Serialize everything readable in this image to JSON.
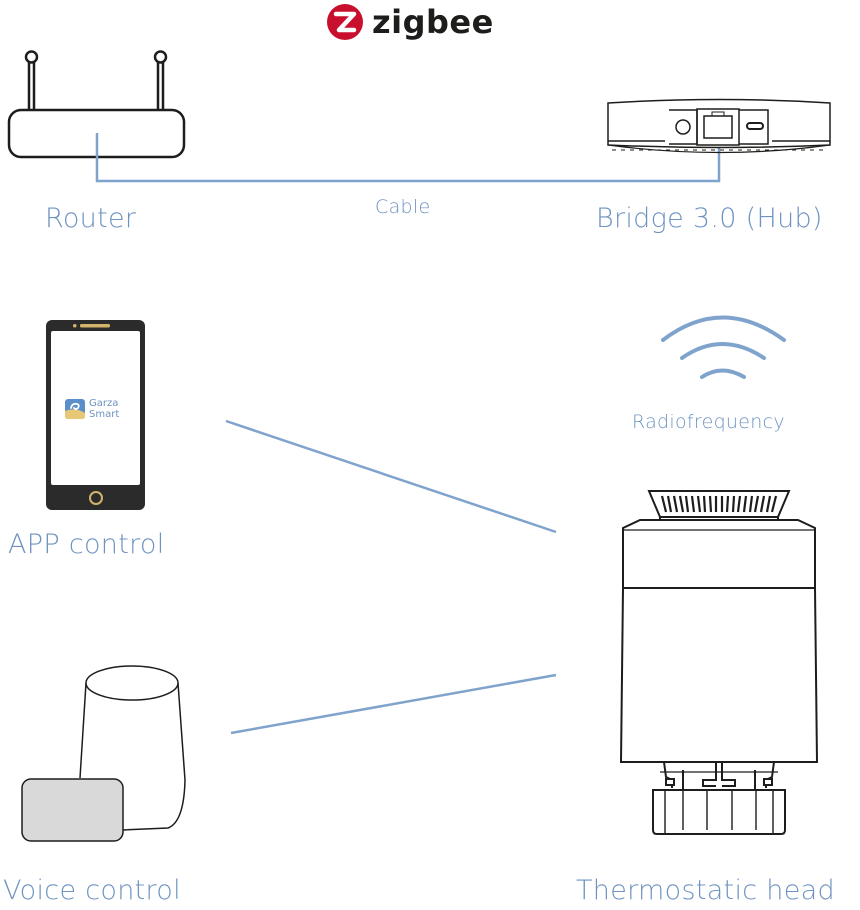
{
  "brand": {
    "logo_text": "zigbee",
    "logo_color": "#c8102e"
  },
  "nodes": {
    "router": {
      "label": "Router"
    },
    "bridge": {
      "label": "Bridge 3.0 (Hub)"
    },
    "app": {
      "label": "APP control",
      "app_name_line1": "Garza",
      "app_name_line2": "Smart"
    },
    "voice": {
      "label": "Voice control"
    },
    "thermostat": {
      "label": "Thermostatic head"
    }
  },
  "links": {
    "cable": {
      "label": "Cable"
    },
    "radio": {
      "label": "Radiofrequency"
    }
  },
  "colors": {
    "accent": "#6e93c0",
    "line": "#7fa3cc",
    "outline": "#1d1d1b",
    "phone_body": "#2b2b2b",
    "phone_accent": "#d2b36a",
    "speaker_base": "#d9d9d9"
  }
}
